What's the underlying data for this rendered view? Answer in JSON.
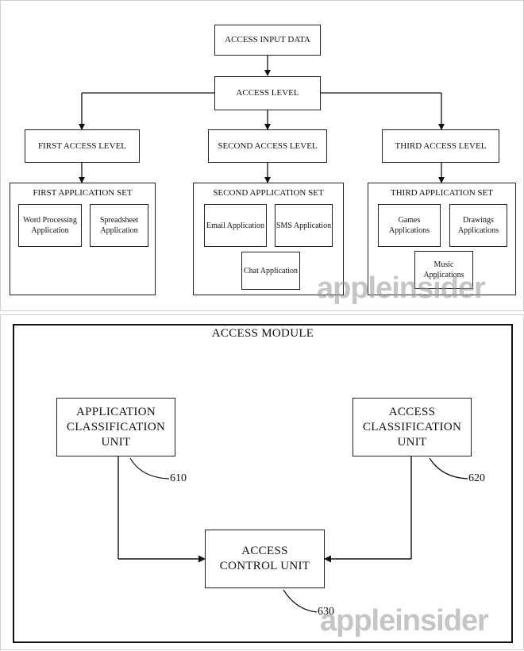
{
  "top_diagram": {
    "root": "ACCESS INPUT DATA",
    "access_level": "ACCESS LEVEL",
    "levels": [
      "FIRST ACCESS LEVEL",
      "SECOND ACCESS LEVEL",
      "THIRD ACCESS LEVEL"
    ],
    "sets": [
      {
        "title": "FIRST APPLICATION SET",
        "apps": [
          "Word Processing Application",
          "Spreadsheet Application"
        ]
      },
      {
        "title": "SECOND APPLICATION SET",
        "apps": [
          "Email Application",
          "SMS Application",
          "Chat Application"
        ]
      },
      {
        "title": "THIRD APPLICATION SET",
        "apps": [
          "Games Applications",
          "Drawings Applications",
          "Music Applications"
        ]
      }
    ]
  },
  "bottom_diagram": {
    "module_title": "ACCESS MODULE",
    "app_classification": "APPLICATION CLASSIFICATION UNIT",
    "access_classification": "ACCESS CLASSIFICATION UNIT",
    "access_control": "ACCESS CONTROL UNIT",
    "refs": {
      "app_classification": "610",
      "access_classification": "620",
      "access_control": "630"
    }
  },
  "watermark": "appleinsider"
}
